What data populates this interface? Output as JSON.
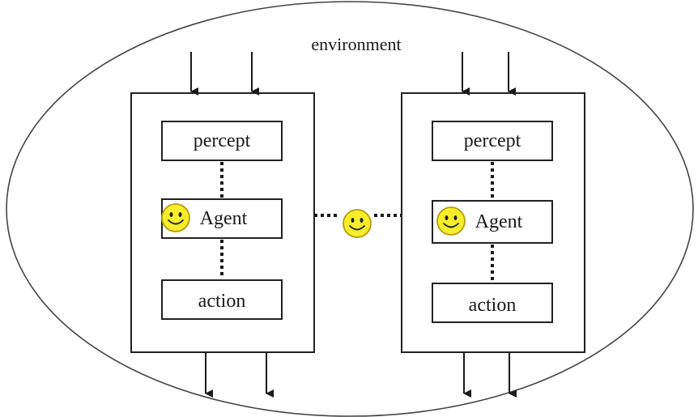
{
  "environment": {
    "label": "environment"
  },
  "agents": [
    {
      "percept_label": "percept",
      "agent_label": "Agent",
      "action_label": "action"
    },
    {
      "percept_label": "percept",
      "agent_label": "Agent",
      "action_label": "action"
    }
  ],
  "icons": {
    "smiley": "smiley-face-icon",
    "arrow": "arrow-down-icon"
  },
  "colors": {
    "line": "#1a1a1a",
    "smiley_fill": "#f6ee2a",
    "smiley_stroke": "#b59a10"
  }
}
